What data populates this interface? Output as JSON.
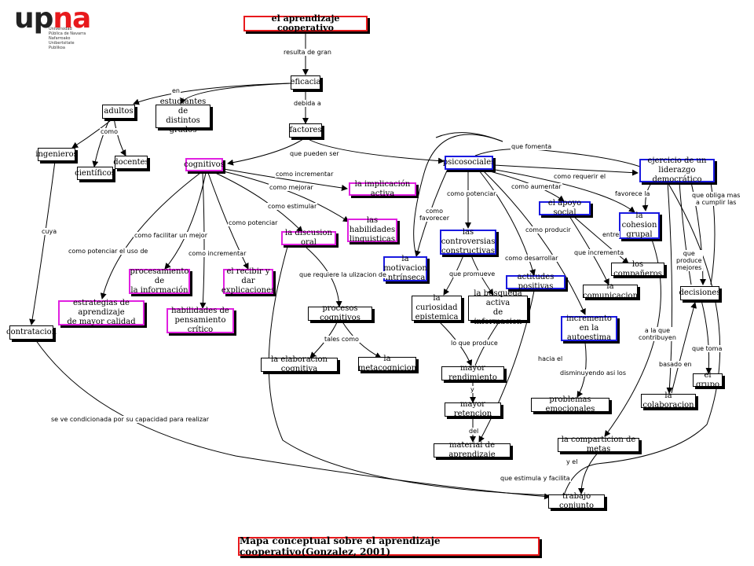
{
  "logo": {
    "up": "up",
    "na": "na",
    "subtitle": "Universidad\nPública de Navarra\nNafarroako\nUnibertsitate Publikoa"
  },
  "footer": "Mapa conceptual sobre el aprendizaje cooperativo(Gonzalez, 2001)",
  "nodes": {
    "n_aprendizaje": "el aprendizaje cooperativo",
    "n_eficacia": "eficacia",
    "n_adultos": "adultos",
    "n_estudiantes": "estudiantes de\ndistintos grados",
    "n_factores": "factores",
    "n_ingenieros": "ingenieros",
    "n_docentes": "docentes",
    "n_cientificos": "científicos",
    "n_cognitivos": "cognitivos",
    "n_psicosociales": "psicosociales",
    "n_ejercicio": "ejercicio de un\nliderazgo democrático",
    "n_implicacion": "la implicación activa",
    "n_habilidades_ling": "las habilidades\nlinguisticas",
    "n_discusion": "la discusion oral",
    "n_motivacion": "la motivacion\nintrínseca",
    "n_controversias": "las controversias\nconstructivas",
    "n_apoyo": "el apoyo social",
    "n_cohesion": "la cohesion\ngrupal",
    "n_procesamiento": "procesamiento de\nla información",
    "n_recibir": "el recibir y dar\nexplicaciones",
    "n_estrategias": "estrategias de aprendizaje\nde mayor calidad",
    "n_pensamiento": "habilidades de\npensamiento crítico",
    "n_procesos": "procesos cognitivos",
    "n_curiosidad": "la curiosidad\nepistemica",
    "n_busqueda": "la busqueda activa\nde informacion",
    "n_actitudes": "actitudes positivas",
    "n_companeros": "los compañeros",
    "n_comunicacion": "la comunicacion",
    "n_decisiones": "decisiones",
    "n_contratacion": "contratacion",
    "n_elaboracion": "la elaboracion cognitiva",
    "n_metacognicion": "la metacognicion",
    "n_autoestima": "incremento en la\nautoestima",
    "n_rendimiento": "mayor rendimiento",
    "n_retencion": "mayor retencion",
    "n_grupo": "el grupo",
    "n_problemas": "problemas emocionales",
    "n_colaboracion": "la colaboracion",
    "n_material": "material de aprendizaje",
    "n_comparticion": "la comparticion de metas",
    "n_trabajo": "trabajo conjunto"
  },
  "labels": {
    "l_resulta": "resulta de gran",
    "l_en": "en",
    "l_debida": "debida a",
    "l_como1": "como",
    "l_pueden": "que pueden ser",
    "l_fomenta": "que fomenta",
    "l_como_incr1": "como incrementar",
    "l_como_mejorar": "como mejorar",
    "l_como_estimular": "como estimular",
    "l_como_requerir": "como requerir el",
    "l_como_potenciar1": "como potenciar",
    "l_como_aumentar": "como aumentar",
    "l_favorece_la": "favorece la",
    "l_obliga": "que obliga mas\na cumplir las",
    "l_como_favorecer": "como\nfavorecer",
    "l_cuya": "cuya",
    "l_como_facilitar": "como facilitar un mejor",
    "l_como_potenciar2": "como potenciar",
    "l_como_producir": "como producir",
    "l_entre": "entre",
    "l_como_potenciar_uso": "como potenciar el uso de",
    "l_como_incr2": "como incrementar",
    "l_que_incrementa": "que incrementa",
    "l_produce_mejores": "que\nproduce\nmejores",
    "l_requiere": "que requiere la ulizacion de",
    "l_promueve": "que promueve",
    "l_como_desarrollar": "como desarrollar",
    "l_tales": "tales como",
    "l_lo_que": "lo que produce",
    "l_contribuyen": "a la que\ncontribuyen",
    "l_que_toma": "que toma",
    "l_hacia": "hacia el",
    "l_basado": "basado en",
    "l_disminuyendo": "disminuyendo asi los",
    "l_y1": "y",
    "l_condicionada": "se ve condicionada por su capacidad para realizar",
    "l_del": "del",
    "l_y_el": "y el",
    "l_estimula": "que estimula y facilita"
  }
}
